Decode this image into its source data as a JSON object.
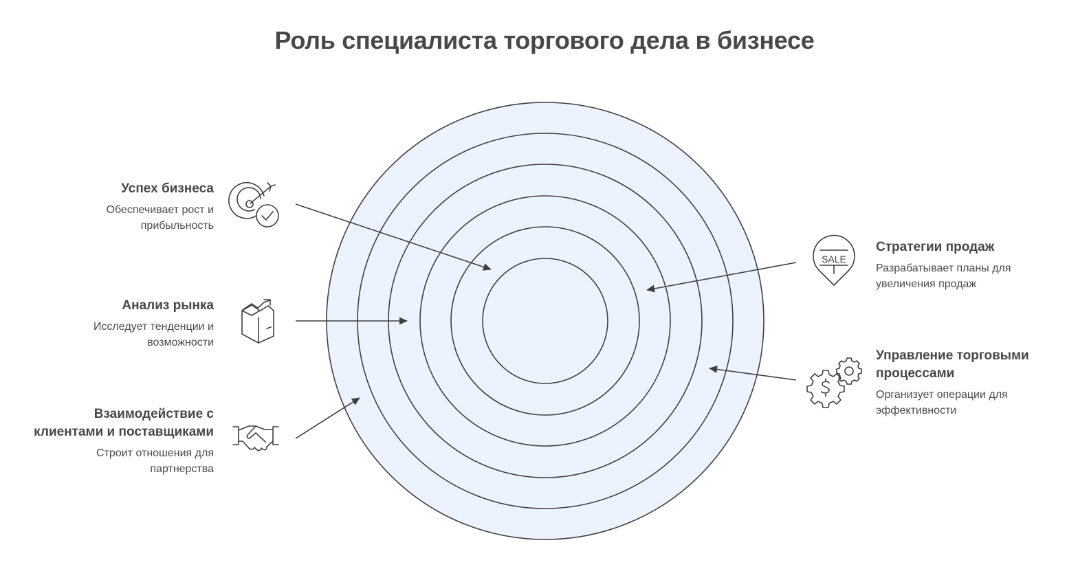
{
  "title": "Роль специалиста торгового дела в бизнесе",
  "colors": {
    "ring_fill": "#EDF3FE",
    "stroke": "#3f3f3f",
    "text": "#474747"
  },
  "items": {
    "success": {
      "heading": "Успех бизнеса",
      "desc_line1": "Обеспечивает рост и",
      "desc_line2": "прибыльность",
      "icon": "target-check-icon"
    },
    "market": {
      "heading": "Анализ рынка",
      "desc_line1": "Исследует тенденции и",
      "desc_line2": "возможности",
      "icon": "box-trend-icon"
    },
    "interaction": {
      "heading_line1": "Взаимодействие с",
      "heading_line2": "клиентами и поставщиками",
      "desc_line1": "Строит отношения для",
      "desc_line2": "партнерства",
      "icon": "handshake-icon"
    },
    "strategy": {
      "heading": "Стратегии продаж",
      "desc_line1": "Разрабатывает планы для",
      "desc_line2": "увеличения продаж",
      "icon": "sale-tag-icon",
      "icon_text": "SALE"
    },
    "management": {
      "heading_line1": "Управление торговыми",
      "heading_line2": "процессами",
      "desc_line1": "Организует операции для",
      "desc_line2": "эффективности",
      "icon": "gears-dollar-icon"
    }
  }
}
